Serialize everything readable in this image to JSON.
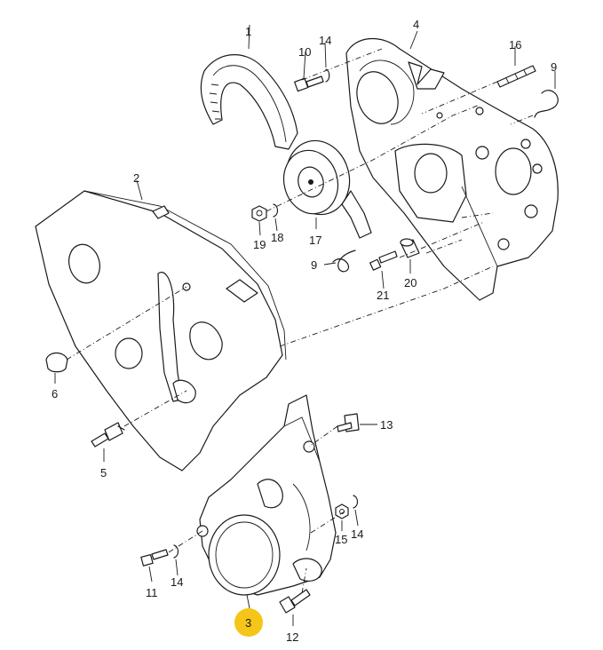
{
  "diagram": {
    "highlight_color": "#f5c519",
    "line_color": "#1a1a1a",
    "parts": [
      {
        "id": "p1",
        "label": "1",
        "icon": "timing-belt"
      },
      {
        "id": "p2",
        "label": "2",
        "icon": "upper-cover"
      },
      {
        "id": "p3",
        "label": "3",
        "icon": "lower-cover",
        "highlighted": true
      },
      {
        "id": "p4",
        "label": "4",
        "icon": "rear-cover"
      },
      {
        "id": "p5",
        "label": "5",
        "icon": "clip"
      },
      {
        "id": "p6",
        "label": "6",
        "icon": "plug"
      },
      {
        "id": "p9a",
        "label": "9",
        "icon": "spring-clip"
      },
      {
        "id": "p9b",
        "label": "9",
        "icon": "spring-clip"
      },
      {
        "id": "p10",
        "label": "10",
        "icon": "bolt"
      },
      {
        "id": "p11",
        "label": "11",
        "icon": "bolt"
      },
      {
        "id": "p12",
        "label": "12",
        "icon": "bolt"
      },
      {
        "id": "p13",
        "label": "13",
        "icon": "bolt"
      },
      {
        "id": "p14a",
        "label": "14",
        "icon": "washer"
      },
      {
        "id": "p14b",
        "label": "14",
        "icon": "washer"
      },
      {
        "id": "p14c",
        "label": "14",
        "icon": "washer"
      },
      {
        "id": "p15",
        "label": "15",
        "icon": "nut"
      },
      {
        "id": "p16",
        "label": "16",
        "icon": "stud"
      },
      {
        "id": "p17",
        "label": "17",
        "icon": "tensioner-pulley"
      },
      {
        "id": "p18",
        "label": "18",
        "icon": "washer"
      },
      {
        "id": "p19",
        "label": "19",
        "icon": "nut"
      },
      {
        "id": "p20",
        "label": "20",
        "icon": "spacer"
      },
      {
        "id": "p21",
        "label": "21",
        "icon": "bolt"
      }
    ]
  }
}
